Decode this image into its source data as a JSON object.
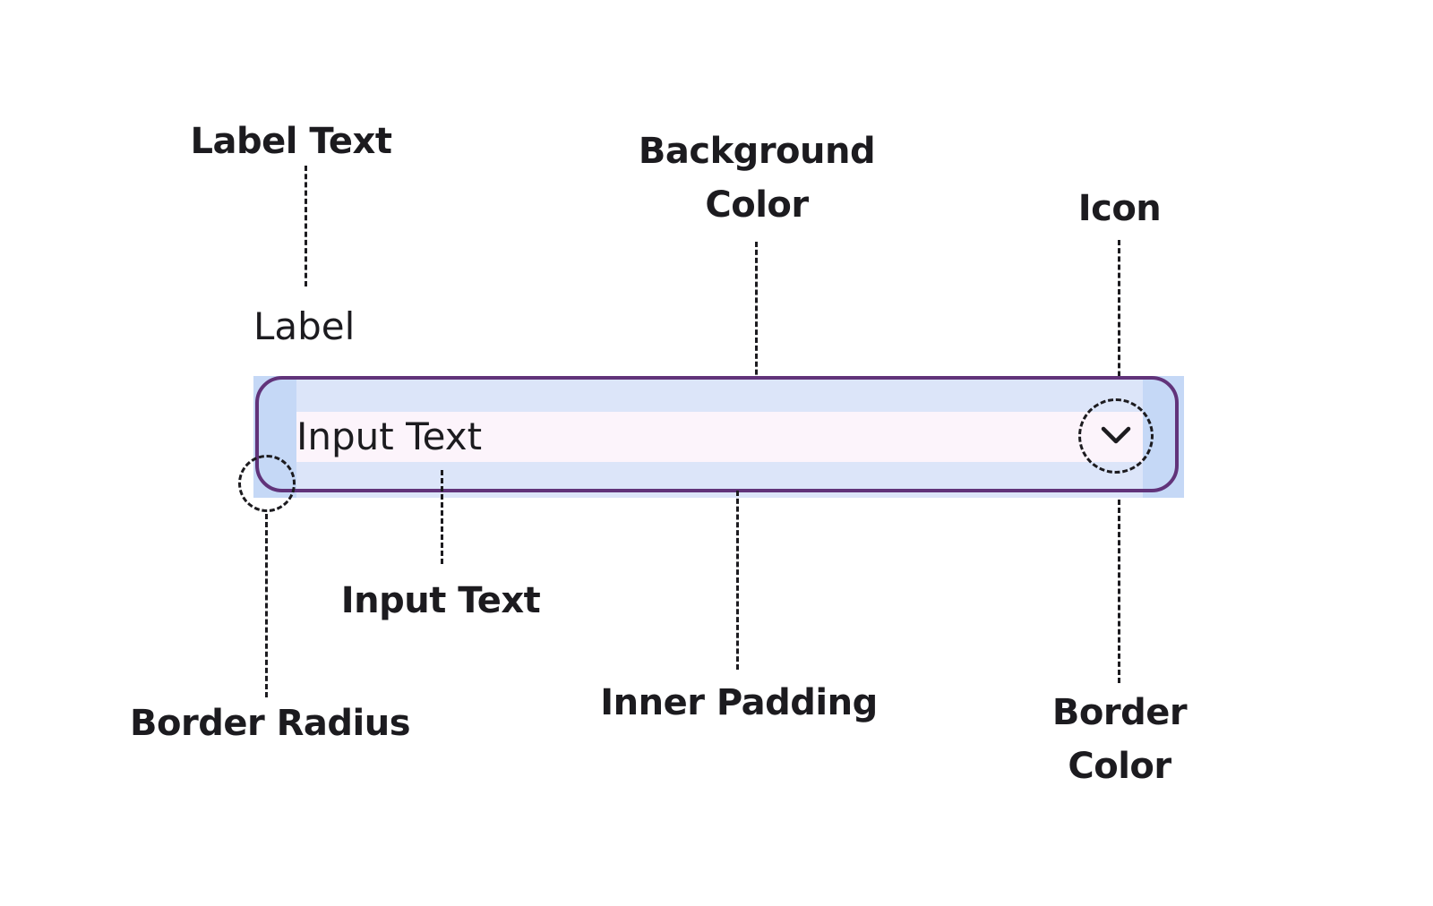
{
  "field": {
    "label": "Label",
    "input_text": "Input Text"
  },
  "annotations": {
    "label_text": "Label Text",
    "background_color": [
      "Background",
      "Color"
    ],
    "icon": "Icon",
    "input_text": "Input Text",
    "inner_padding": "Inner Padding",
    "border_radius": "Border Radius",
    "border_color": [
      "Border",
      "Color"
    ]
  },
  "colors": {
    "border": "#61337a",
    "background": "#fcf4fb",
    "padding_overlay": "#dce5f9",
    "text": "#1c1b1f"
  },
  "icons": {
    "dropdown": "chevron-down-icon"
  }
}
